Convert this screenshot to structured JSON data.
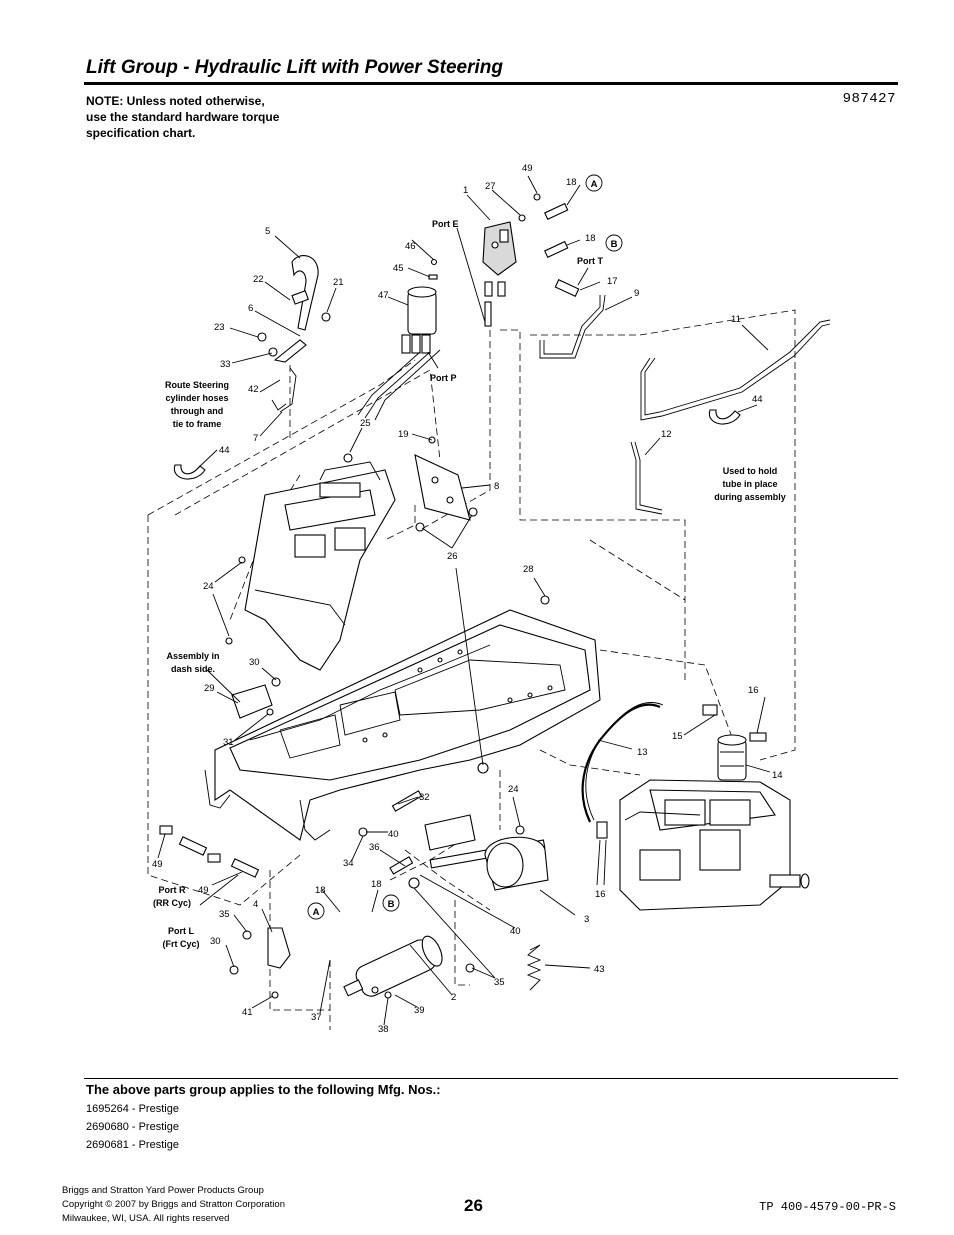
{
  "page": {
    "title": "Lift Group - Hydraulic Lift with Power Steering",
    "note_lines": [
      "NOTE: Unless noted otherwise,",
      "use the standard hardware torque",
      "specification chart."
    ],
    "diagram_number": "987427"
  },
  "diagram": {
    "callouts": [
      "1",
      "2",
      "3",
      "4",
      "5",
      "6",
      "7",
      "8",
      "9",
      "11",
      "12",
      "13",
      "14",
      "15",
      "16",
      "16",
      "17",
      "18",
      "18",
      "18",
      "18",
      "19",
      "21",
      "22",
      "23",
      "24",
      "24",
      "25",
      "26",
      "27",
      "28",
      "29",
      "30",
      "30",
      "31",
      "32",
      "33",
      "34",
      "35",
      "35",
      "36",
      "37",
      "38",
      "39",
      "40",
      "40",
      "41",
      "42",
      "43",
      "44",
      "44",
      "45",
      "46",
      "47",
      "49",
      "49",
      "49"
    ],
    "labels": {
      "port_e": "Port E",
      "port_t": "Port T",
      "port_p": "Port P",
      "port_r": [
        "Port R",
        "(RR Cyc)"
      ],
      "port_l": [
        "Port L",
        "(Frt Cyc)"
      ],
      "route_note": [
        "Route Steering",
        "cylinder hoses",
        "through and",
        "tie to frame"
      ],
      "used_note": [
        "Used to hold",
        "tube in place",
        "during assembly"
      ],
      "assembly_note": [
        "Assembly in",
        "dash side."
      ],
      "circle_a": "A",
      "circle_b": "B"
    }
  },
  "applies": {
    "heading": "The above parts group applies to the following Mfg. Nos.:",
    "models": [
      "1695264 - Prestige",
      "2690680 - Prestige",
      "2690681 - Prestige"
    ]
  },
  "footer": {
    "company_lines": [
      "Briggs and Stratton Yard Power Products Group",
      "Copyright ©  2007 by Briggs and Stratton Corporation",
      "Milwaukee, WI, USA. All rights reserved"
    ],
    "page_number": "26",
    "doc_code": "TP 400-4579-00-PR-S"
  }
}
